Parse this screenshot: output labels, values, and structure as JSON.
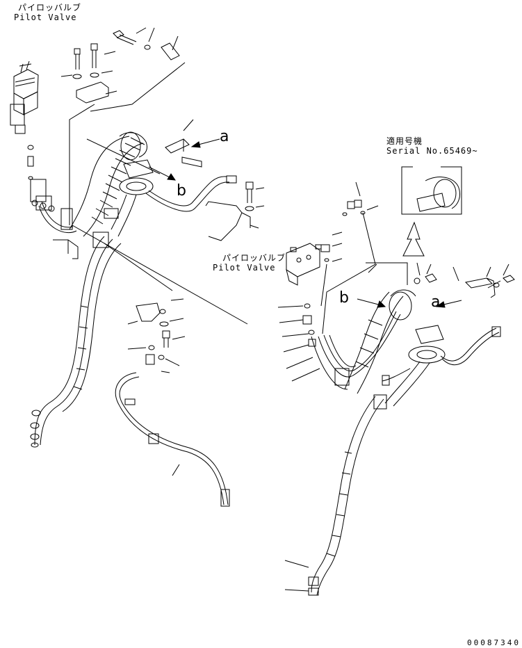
{
  "labels": {
    "pilot_valve_top_jp": "パイロッバルブ",
    "pilot_valve_top_en": "Pilot Valve",
    "pilot_valve_mid_jp": "パイロッバルブ",
    "pilot_valve_mid_en": "Pilot Valve",
    "serial_heading_jp": "適用号機",
    "serial_text": "Serial No.65469~"
  },
  "callouts": {
    "a_left": "a",
    "b_left": "b",
    "b_right": "b",
    "a_right": "a"
  },
  "document_number": "00087340"
}
